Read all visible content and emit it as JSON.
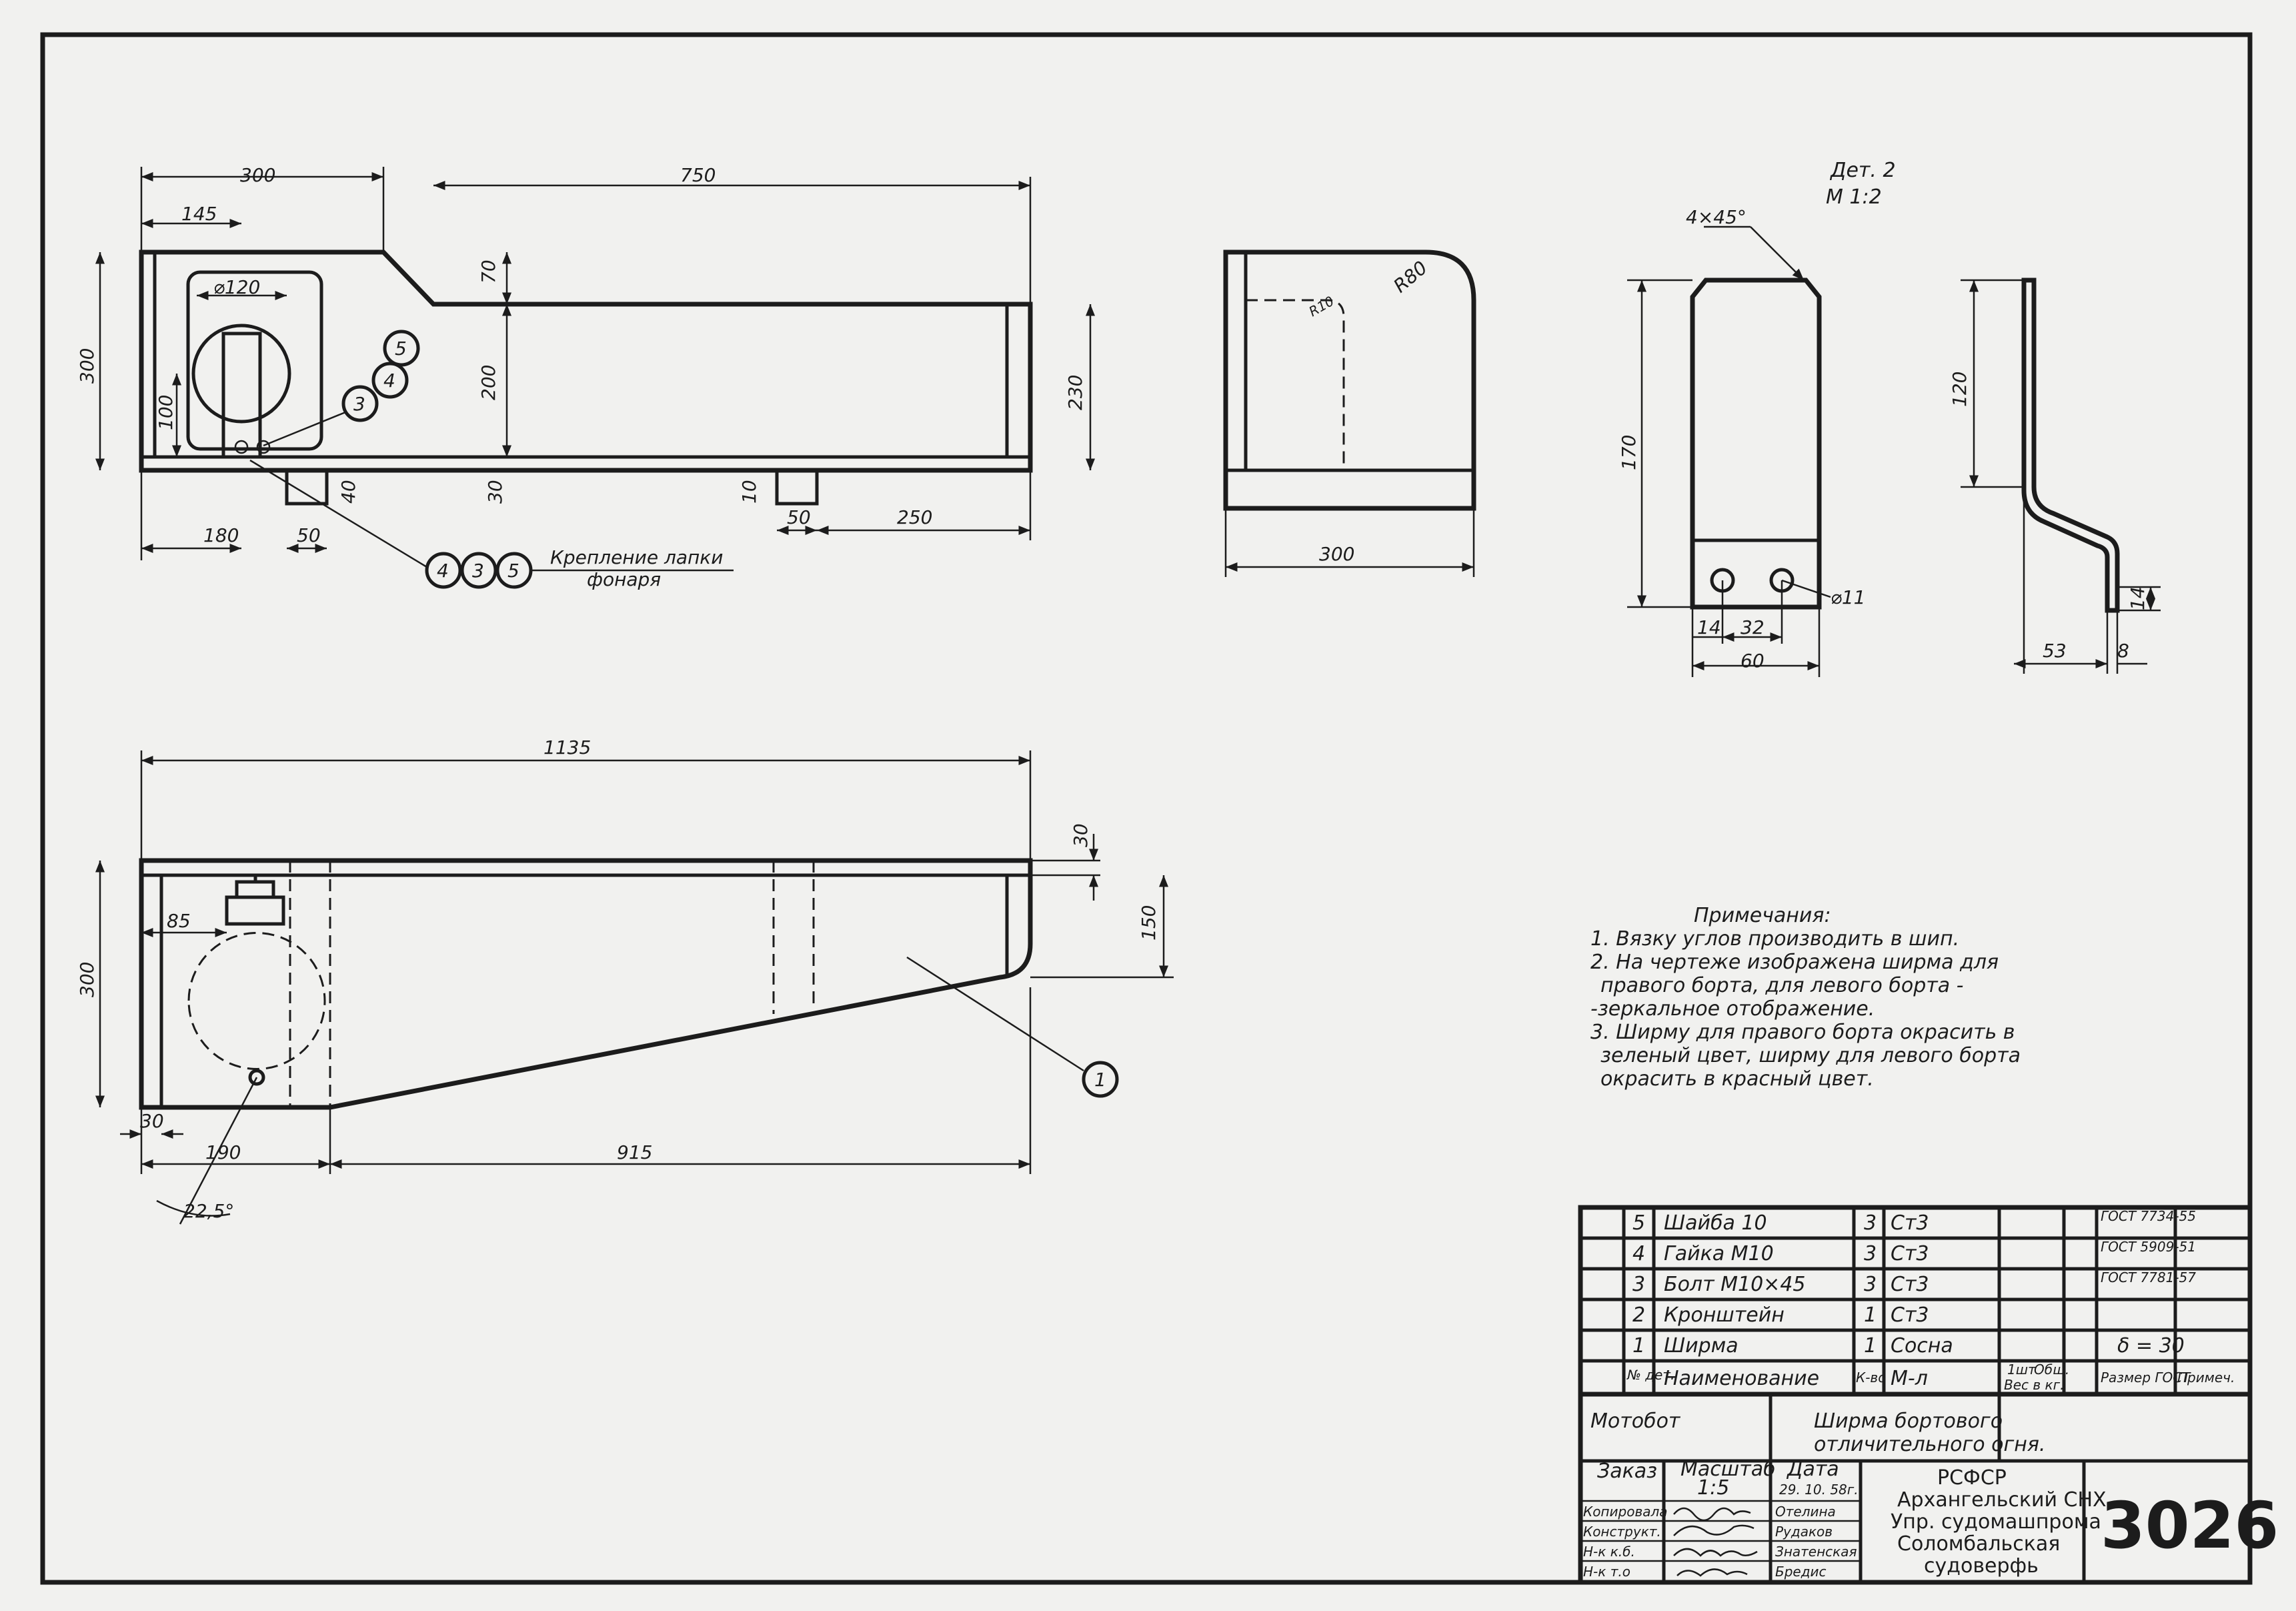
{
  "title_block": {
    "drawing_number": "3026",
    "object_name": "Мотобот",
    "part_title_line1": "Ширма бортового",
    "part_title_line2": "отличительного огня.",
    "scale_label": "Масштаб",
    "scale_value": "1:5",
    "date_label": "Дата",
    "date_value": "29. 10. 58г.",
    "order_label": "Заказ",
    "org_lines": [
      "РСФСР",
      "Архангельский СНХ",
      "Упр. судомашпрома",
      "Соломбальская",
      "судоверфь"
    ],
    "roles": [
      {
        "role": "Копировала",
        "name": "Отелина"
      },
      {
        "role": "Конструкт.",
        "name": "Рудаков"
      },
      {
        "role": "Н-к к.б.",
        "name": "Знатенская"
      },
      {
        "role": "Н-к т.о",
        "name": "Бредис"
      }
    ]
  },
  "bom": {
    "headers": {
      "num": "№ дет.",
      "name": "Наименование",
      "qty": "К-во",
      "material": "М-л",
      "weight_one": "1шт",
      "weight_total": "Общ.",
      "weight_label": "Вес в кг.",
      "size": "Размер ГОСТ",
      "note": "Примеч."
    },
    "rows": [
      {
        "num": "5",
        "name": "Шайба 10",
        "qty": "3",
        "material": "Ст3",
        "gost": "ГОСТ 7734-55"
      },
      {
        "num": "4",
        "name": "Гайка М10",
        "qty": "3",
        "material": "Ст3",
        "gost": "ГОСТ 5909-51"
      },
      {
        "num": "3",
        "name": "Болт М10×45",
        "qty": "3",
        "material": "Ст3",
        "gost": "ГОСТ 7781-57"
      },
      {
        "num": "2",
        "name": "Кронштейн",
        "qty": "1",
        "material": "Ст3",
        "gost": ""
      },
      {
        "num": "1",
        "name": "Ширма",
        "qty": "1",
        "material": "Сосна",
        "gost": "δ = 30"
      }
    ]
  },
  "notes": {
    "heading": "Примечания:",
    "lines": [
      "1. Вязку углов производить в шип.",
      "2. На чертеже изображена ширма для",
      "правого борта, для левого борта -",
      "-зеркальное отображение.",
      "3. Ширму для правого борта окрасить в",
      "зеленый цвет, ширму для левого борта",
      "окрасить в красный цвет."
    ]
  },
  "detail2": {
    "title": "Дет. 2",
    "scale": "М 1:2"
  },
  "callout_fastening": {
    "label_line1": "Крепление лапки",
    "label_line2": "фонаря",
    "balloons": [
      "4",
      "3",
      "5"
    ]
  },
  "balloons_top": [
    "5",
    "4",
    "3"
  ],
  "balloon_part1": "1",
  "dims": {
    "d300_top": "300",
    "d145": "145",
    "d750": "750",
    "d120": "⌀120",
    "d70": "70",
    "d200": "200",
    "d230": "230",
    "d300_left": "300",
    "d100": "100",
    "d40": "40",
    "d30_v": "30",
    "d10": "10",
    "d180": "180",
    "d50a": "50",
    "d50b": "50",
    "d250": "250",
    "side_r80": "R80",
    "side_r10": "R10",
    "side_300": "300",
    "b_chamfer": "4×45°",
    "b_170": "170",
    "b_d11": "⌀11",
    "b_14": "14",
    "b_32": "32",
    "b_60": "60",
    "s_120": "120",
    "s_14": "14",
    "s_53": "53",
    "s_8": "8",
    "p_1135": "1135",
    "p_30": "30",
    "p_150": "150",
    "p_85": "85",
    "p_300": "300",
    "p_30b": "30",
    "p_190": "190",
    "p_915": "915",
    "p_angle": "22,5°"
  }
}
